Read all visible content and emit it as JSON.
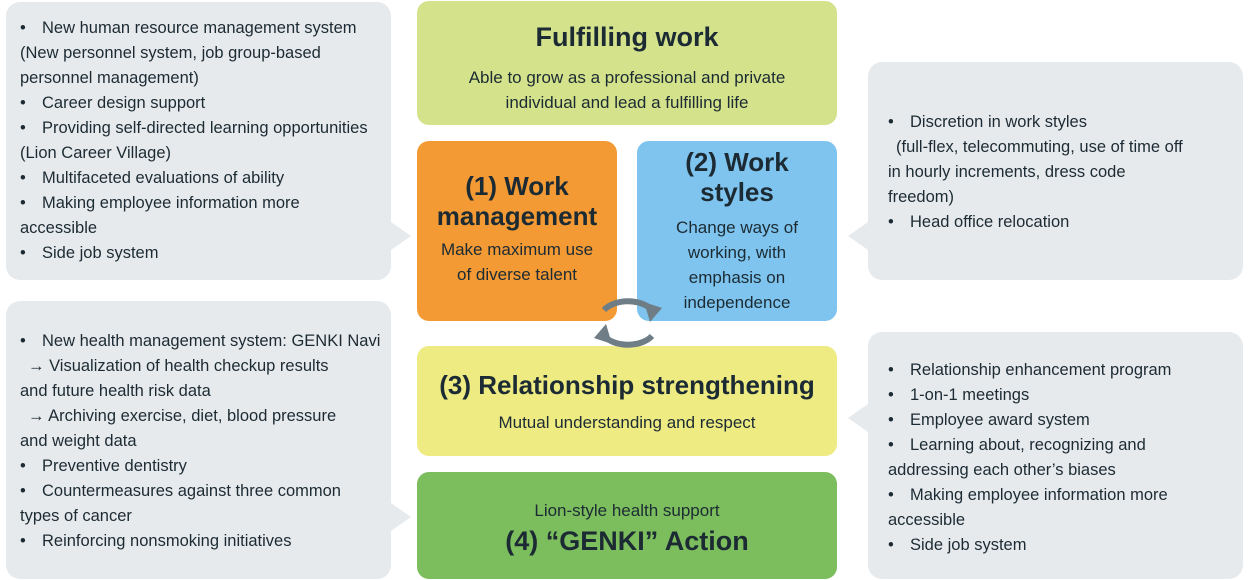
{
  "left_top_panel": {
    "items": [
      {
        "lines": [
          "New human resource management system",
          "(New personnel system, job group-based",
          "personnel management)"
        ]
      },
      {
        "lines": [
          "Career design support"
        ]
      },
      {
        "lines": [
          "Providing self-directed learning opportunities",
          "(Lion Career Village)"
        ]
      },
      {
        "lines": [
          "Multifaceted evaluations of ability"
        ]
      },
      {
        "lines": [
          "Making employee information more",
          "accessible"
        ]
      },
      {
        "lines": [
          "Side job system"
        ]
      }
    ]
  },
  "left_bottom_panel": {
    "items": [
      {
        "lines": [
          "New health management system: GENKI Navi",
          "→ Visualization of health checkup results",
          "and future health risk data",
          "→ Archiving exercise, diet, blood pressure",
          "and weight data"
        ]
      },
      {
        "lines": [
          "Preventive dentistry"
        ]
      },
      {
        "lines": [
          "Countermeasures against three common",
          "types of cancer"
        ]
      },
      {
        "lines": [
          "Reinforcing nonsmoking initiatives"
        ]
      }
    ]
  },
  "right_top_panel": {
    "items": [
      {
        "lines": [
          "Discretion in work styles",
          "(full-flex, telecommuting, use of time off",
          "in hourly increments, dress code",
          "freedom)"
        ]
      },
      {
        "lines": [
          "Head office relocation"
        ]
      }
    ]
  },
  "right_bottom_panel": {
    "items": [
      {
        "lines": [
          "Relationship enhancement program"
        ]
      },
      {
        "lines": [
          "1-on-1 meetings"
        ]
      },
      {
        "lines": [
          "Employee award system"
        ]
      },
      {
        "lines": [
          "Learning about, recognizing and",
          "addressing each other’s biases"
        ]
      },
      {
        "lines": [
          "Making employee information more",
          "accessible"
        ]
      },
      {
        "lines": [
          "Side job system"
        ]
      }
    ]
  },
  "fulfilling_work": {
    "title": "Fulfilling work",
    "line1": "Able to grow as a professional and private",
    "line2": "individual and lead a fulfilling life"
  },
  "work_management": {
    "title1": "(1) Work",
    "title2": "management",
    "line1": "Make maximum use",
    "line2": "of diverse talent"
  },
  "work_styles": {
    "title1": "(2) Work",
    "title2": "styles",
    "line1": "Change ways of",
    "line2": "working, with",
    "line3": "emphasis on",
    "line4": "independence"
  },
  "relationship": {
    "title": "(3) Relationship strengthening",
    "line1": "Mutual understanding and respect"
  },
  "genki": {
    "line1": "Lion-style health support",
    "title": "(4) “GENKI” Action"
  },
  "colors": {
    "panel": "#e7eaed",
    "green_light": "#d3e28b",
    "orange": "#f39a34",
    "blue": "#7ec4ee",
    "yellow": "#eeeb83",
    "green": "#7cbd5d",
    "cycle_arrow": "#6f7e86"
  },
  "icons": {
    "cycle": "cycle-arrows-icon",
    "bullet": "•"
  }
}
